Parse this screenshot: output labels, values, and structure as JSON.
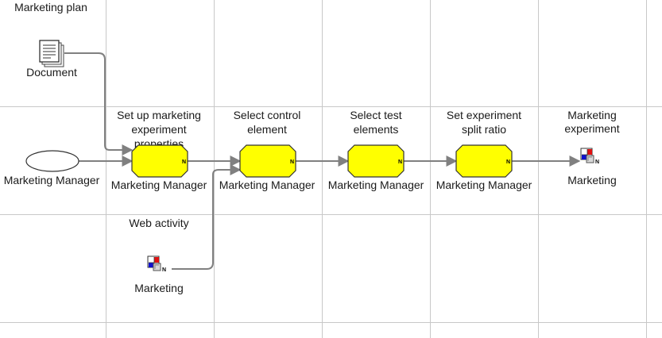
{
  "labels": {
    "marketing_plan": "Marketing plan",
    "document": "Document",
    "role_left": "Marketing Manager",
    "web_activity": "Web activity",
    "web_module": "Marketing",
    "output_title_1": "Marketing",
    "output_title_2": "experiment",
    "output_module": "Marketing"
  },
  "activities": [
    {
      "title_lines": [
        "Set up marketing",
        "experiment",
        "properties"
      ],
      "role": "Marketing Manager",
      "marker": "N"
    },
    {
      "title_lines": [
        "Select control",
        "element"
      ],
      "role": "Marketing Manager",
      "marker": "N"
    },
    {
      "title_lines": [
        "Select test",
        "elements"
      ],
      "role": "Marketing Manager",
      "marker": "N"
    },
    {
      "title_lines": [
        "Set experiment",
        "split ratio"
      ],
      "role": "Marketing Manager",
      "marker": "N"
    }
  ],
  "colors": {
    "activity_fill": "#ffff00",
    "connector": "#808080",
    "grid": "#c8c8c8",
    "module_red": "#e01010",
    "module_blue": "#1010d0"
  },
  "icons": [
    "document-icon",
    "ellipse-role-icon",
    "module-icon"
  ]
}
